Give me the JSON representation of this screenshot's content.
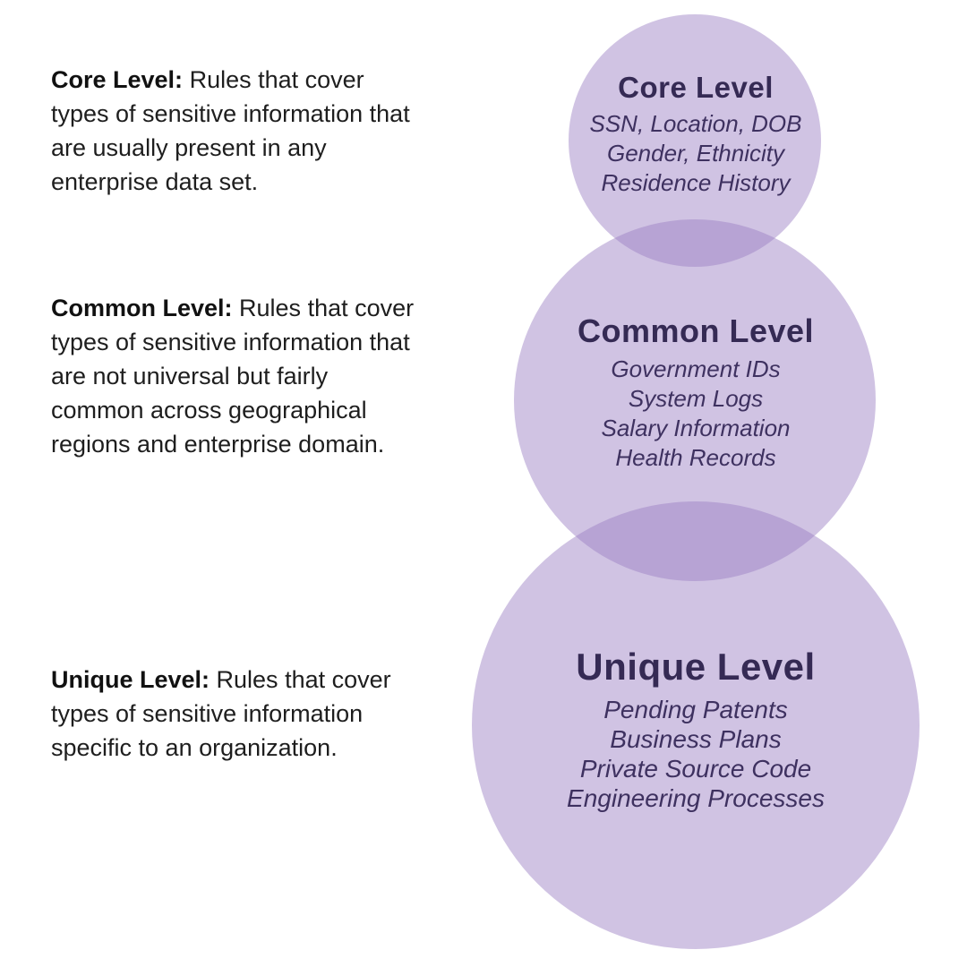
{
  "colors": {
    "background": "#ffffff",
    "circle_fill": "#9b7fc3",
    "circle_fill_opacity": "0.47",
    "circle_single_tone": "#d0c3e3",
    "circle_overlap_tone": "#b7a5d3",
    "circle_title_text": "#352a54",
    "circle_item_text": "#3e3160",
    "description_text": "#1e1e1e"
  },
  "descriptions": [
    {
      "term": "Core Level:",
      "text": " Rules that cover types of sensitive information that are usually present in any enterprise data set."
    },
    {
      "term": "Common Level:",
      "text": " Rules that cover types of sensitive information that are not universal but fairly common across geographical regions and enterprise domain."
    },
    {
      "term": "Unique Level:",
      "text": " Rules that cover types of sensitive information specific to an organization."
    }
  ],
  "circles": [
    {
      "title": "Core Level",
      "items": [
        "SSN, Location, DOB",
        "Gender, Ethnicity",
        "Residence History"
      ]
    },
    {
      "title": "Common Level",
      "items": [
        "Government IDs",
        "System Logs",
        "Salary Information",
        "Health Records"
      ]
    },
    {
      "title": "Unique Level",
      "items": [
        "Pending Patents",
        "Business Plans",
        "Private Source Code",
        "Engineering Processes"
      ]
    }
  ]
}
